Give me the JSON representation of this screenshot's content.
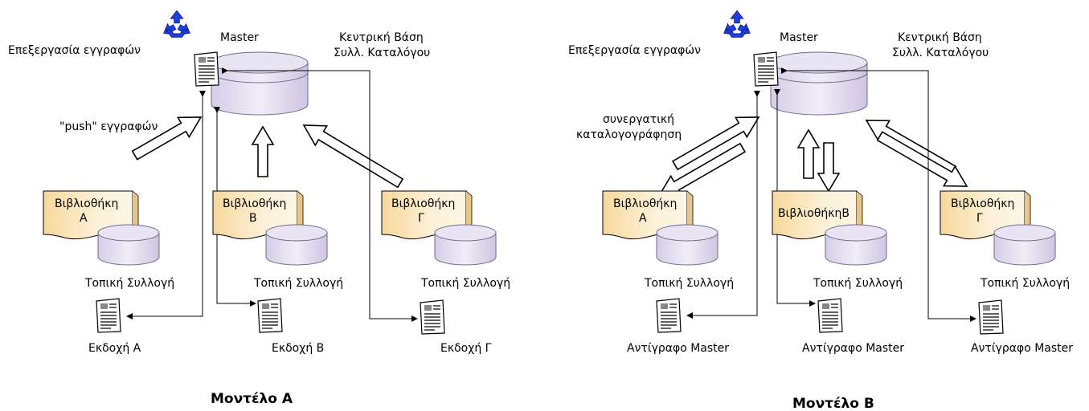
{
  "model_a": {
    "processing_label": "Επεξεργασία εγγραφών",
    "master_label": "Master",
    "central_db_line1": "Κεντρική Βάση",
    "central_db_line2": "Συλλ. Καταλόγου",
    "push_label": "\"push\" εγγραφών",
    "libraries": [
      {
        "line1": "Βιβλιοθήκη",
        "line2": "Α",
        "collection": "Τοπική Συλλογή",
        "copy": "Εκδοχή Α"
      },
      {
        "line1": "Βιβλιοθήκη",
        "line2": "Β",
        "collection": "Τοπική Συλλογή",
        "copy": "Εκδοχή Β"
      },
      {
        "line1": "Βιβλιοθήκη",
        "line2": "Γ",
        "collection": "Τοπική Συλλογή",
        "copy": "Εκδοχή Γ"
      }
    ],
    "title": "Μοντέλο Α"
  },
  "model_b": {
    "processing_label": "Επεξεργασία εγγραφών",
    "master_label": "Master",
    "central_db_line1": "Κεντρική Βάση",
    "central_db_line2": "Συλλ. Καταλόγου",
    "coop_line1": "συνεργατική",
    "coop_line2": "καταλογογράφηση",
    "libraries": [
      {
        "line1": "Βιβλιοθήκη",
        "line2": "Α",
        "collection": "Τοπική Συλλογή",
        "copy": "Αντίγραφο Master"
      },
      {
        "line1": "ΒιβλιοθήκηΒ",
        "line2": "",
        "collection": "Τοπική Συλλογή",
        "copy": "Αντίγραφο Master"
      },
      {
        "line1": "Βιβλιοθήκη",
        "line2": "Γ",
        "collection": "Τοπική Συλλογή",
        "copy": "Αντίγραφο Master"
      }
    ],
    "title": "Μοντέλο Β"
  },
  "icons": [
    "recycle-icon",
    "document-icon",
    "database-icon",
    "library-document-icon"
  ],
  "colors": {
    "cylinder_fill": "#e4def0",
    "cylinder_dark": "#c9bddd",
    "cylinder_stroke": "#6b6b8a",
    "library_fill": "#fbe7bf",
    "recycle_blue": "#1f3fe0",
    "arrow_stroke": "#000000"
  }
}
